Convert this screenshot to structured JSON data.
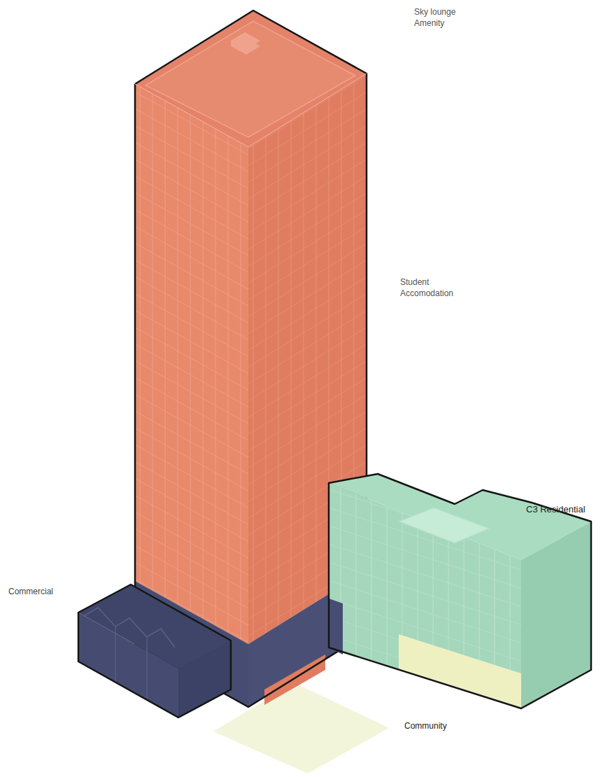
{
  "diagram": {
    "labels": [
      "Sky lounge Amenity",
      "Student Accomodation",
      "C3 Residential",
      "Commercial",
      "Community"
    ]
  }
}
